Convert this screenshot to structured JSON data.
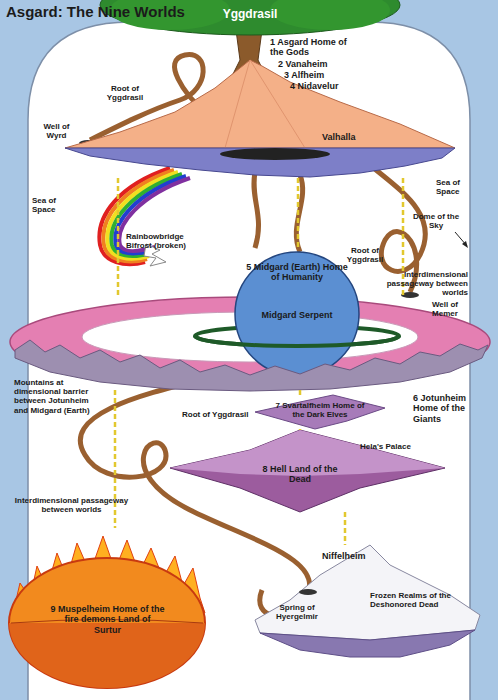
{
  "diagram": {
    "title": "Asgard: The Nine Worlds",
    "nodes": [
      {
        "text": [
          "1 Asgard Home of the Gods",
          "2 Vanaheim",
          "3 Alfheim",
          "4 Nidavelur",
          "Valhalla"
        ]
      },
      {
        "text": [
          "5 Midgard (Earth) Home of Humanity",
          "Midgard Serpent"
        ]
      },
      {
        "text": [
          "6 Jotunheim Home of the Giants"
        ]
      },
      {
        "text": [
          "7 Svartalfheim Home of the Dark Elves"
        ]
      },
      {
        "text": [
          "8 Hell Land of the Dead",
          "Hela's Palace"
        ]
      },
      {
        "text": [
          "Niffelheim",
          "Spring of Hyergelmir",
          "Frozen Realms of the Deshonored Dead"
        ]
      },
      {
        "text": [
          "9 Muspelheim Home of the fire demons Land of Surtur"
        ]
      }
    ],
    "edges": [
      {
        "from": 0,
        "to": 2,
        "arrow": "none"
      },
      {
        "from": 0,
        "to": 2,
        "arrow": "none"
      },
      {
        "from": 0,
        "to": 1,
        "arrow": "none"
      },
      {
        "from": 2,
        "to": 6,
        "arrow": "none"
      },
      {
        "from": 2,
        "to": 3,
        "arrow": "none"
      },
      {
        "from": 3,
        "to": 4,
        "arrow": "none"
      },
      {
        "from": 4,
        "to": 5,
        "arrow": "none"
      }
    ],
    "labels": [
      "Yggdrasil",
      "Root of Yggdrasil",
      "Well of Wyrd",
      "Sea of Space",
      "Sea of Space",
      "Rainbowbridge Bifrost (broken)",
      "Root of Yggdrasil",
      "Dome of the Sky",
      "Interdimensional passageway between worlds",
      "Well of Memer",
      "Mountains at dimensional barrier between Jotunheim and Midgard (Earth)",
      "Root of Yggdrasil",
      "Interdimensional passageway between worlds"
    ]
  }
}
